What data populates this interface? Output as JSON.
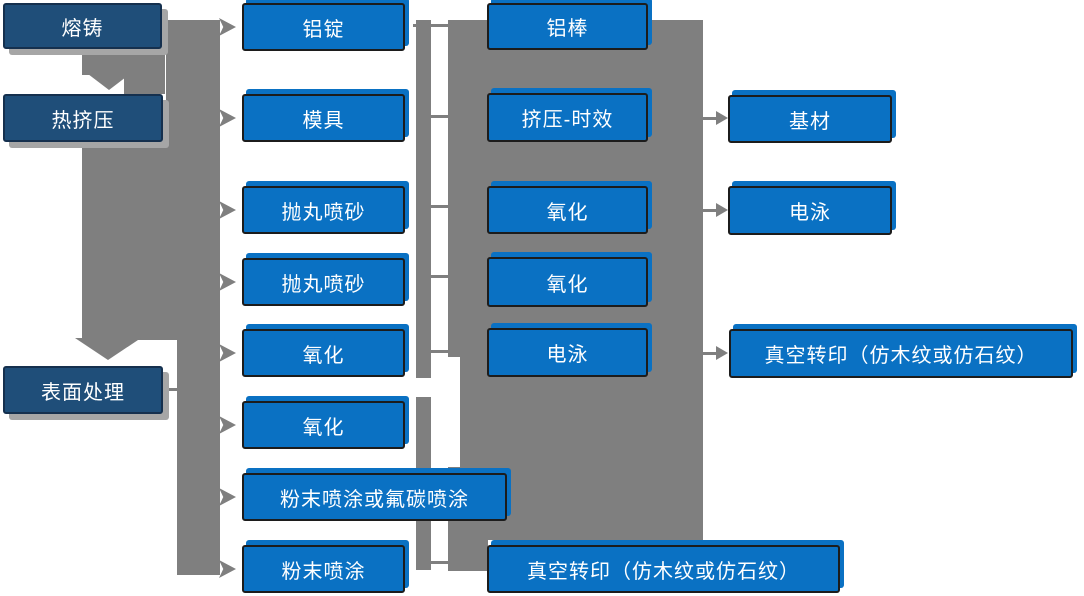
{
  "colors": {
    "node_blue": "#0A71C3",
    "node_dark_blue": "#1F4E79",
    "connector_gray": "#7F7F7F",
    "shadow_gray": "#A6A6A6"
  },
  "nodes": {
    "melt": {
      "label": "熔铸"
    },
    "hot_extrusion": {
      "label": "热挤压"
    },
    "surface_treatment": {
      "label": "表面处理"
    },
    "al_ingot": {
      "label": "铝锭"
    },
    "mold": {
      "label": "模具"
    },
    "shot_blast_1": {
      "label": "抛丸喷砂"
    },
    "shot_blast_2": {
      "label": "抛丸喷砂"
    },
    "oxidation_c2_1": {
      "label": "氧化"
    },
    "oxidation_c2_2": {
      "label": "氧化"
    },
    "powder_or_fluorocarbon": {
      "label": "粉末喷涂或氟碳喷涂"
    },
    "powder_coating": {
      "label": "粉末喷涂"
    },
    "al_rod": {
      "label": "铝棒"
    },
    "extrusion_aging": {
      "label": "挤压-时效"
    },
    "oxidation_c3_1": {
      "label": "氧化"
    },
    "oxidation_c3_2": {
      "label": "氧化"
    },
    "electrophoresis_c3": {
      "label": "电泳"
    },
    "vacuum_transfer_bottom": {
      "label": "真空转印（仿木纹或仿石纹）"
    },
    "base_material": {
      "label": "基材"
    },
    "electrophoresis_c4": {
      "label": "电泳"
    },
    "vacuum_transfer_right": {
      "label": "真空转印（仿木纹或仿石纹）"
    }
  }
}
